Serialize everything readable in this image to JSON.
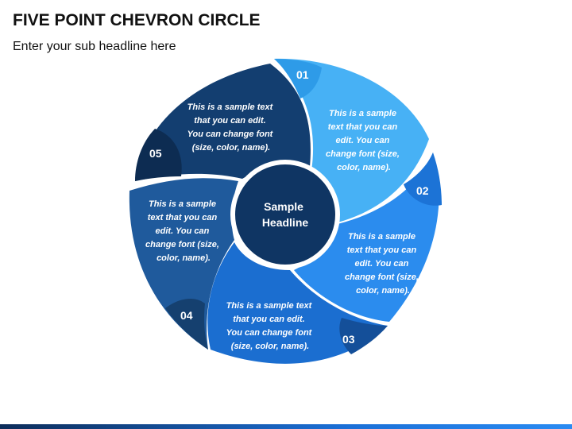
{
  "header": {
    "title": "FIVE POINT CHEVRON CIRCLE",
    "subtitle": "Enter your sub headline here"
  },
  "center": {
    "line1": "Sample",
    "line2": "Headline"
  },
  "segments": [
    {
      "number": "01",
      "color": "#47b1f5",
      "tab_color": "#2e9be8",
      "text": [
        "This is a sample",
        "text that you can",
        "edit. You can",
        "change font (size,",
        "color, name)."
      ]
    },
    {
      "number": "02",
      "color": "#2b8cee",
      "tab_color": "#1c73d6",
      "text": [
        "This is a sample",
        "text that you can",
        "edit. You can",
        "change font (size,",
        "color, name)."
      ]
    },
    {
      "number": "03",
      "color": "#1b6ed0",
      "tab_color": "#144f99",
      "text": [
        "This is a sample text",
        "that you can edit.",
        "You can change font",
        "(size, color, name)."
      ]
    },
    {
      "number": "04",
      "color": "#1f5a9c",
      "tab_color": "#15406f",
      "text": [
        "This is a sample",
        "text that you can",
        "edit. You can",
        "change font (size,",
        "color, name)."
      ]
    },
    {
      "number": "05",
      "color": "#133e70",
      "tab_color": "#0d2c52",
      "text": [
        "This is a sample text",
        "that you can edit.",
        "You can change font",
        "(size, color, name)."
      ]
    }
  ],
  "colors": {
    "center_fill": "#0f3563",
    "center_stroke": "#ffffff"
  }
}
